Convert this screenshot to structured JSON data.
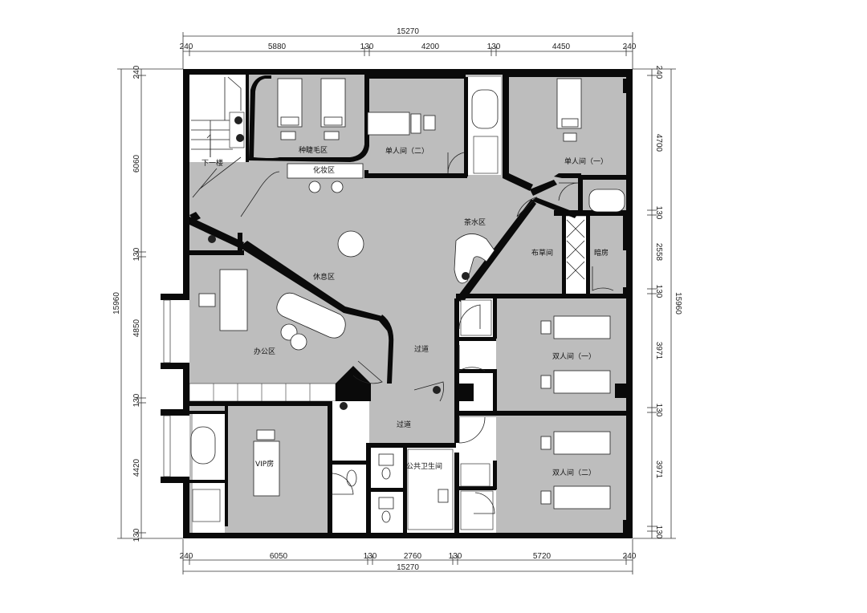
{
  "dimensions": {
    "top_total": "15270",
    "top_segments": [
      "240",
      "5880",
      "130",
      "4200",
      "130",
      "4450",
      "240"
    ],
    "bottom_total": "15270",
    "bottom_segments": [
      "240",
      "6050",
      "130",
      "2760",
      "130",
      "5720",
      "240"
    ],
    "left_total": "15960",
    "left_segments": [
      "240",
      "6060",
      "130",
      "4850",
      "130",
      "4420",
      "130"
    ],
    "right_total": "15960",
    "right_segments": [
      "240",
      "4700",
      "130",
      "2558",
      "130",
      "3971",
      "130",
      "3971",
      "130"
    ]
  },
  "rooms": {
    "stairs_down": "下一楼",
    "eyelash_area": "种睫毛区",
    "makeup_area": "化妆区",
    "single_room_2": "单人间（二）",
    "single_room_1": "单人间（一）",
    "tea_area": "茶水区",
    "linen_room": "布草间",
    "dark_room": "暗房",
    "lounge_area": "休息区",
    "office_area": "办公区",
    "corridor_1": "过道",
    "corridor_2": "过道",
    "double_room_1": "双人间（一）",
    "double_room_2": "双人间（二）",
    "vip_room": "VIP房",
    "public_restroom": "公共卫生间"
  },
  "colors": {
    "wall": "#0a0a0a",
    "floor": "#bdbdbd",
    "furniture": "#ffffff"
  }
}
